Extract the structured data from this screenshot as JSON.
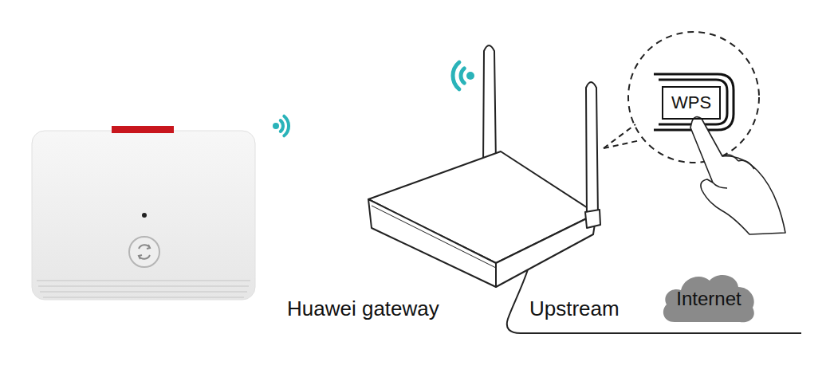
{
  "diagram": {
    "nodes": [
      {
        "text": [
          "WPS"
        ]
      },
      {
        "text": [
          "Internet"
        ]
      }
    ],
    "labels": [
      "Huawei gateway",
      "Upstream"
    ]
  }
}
